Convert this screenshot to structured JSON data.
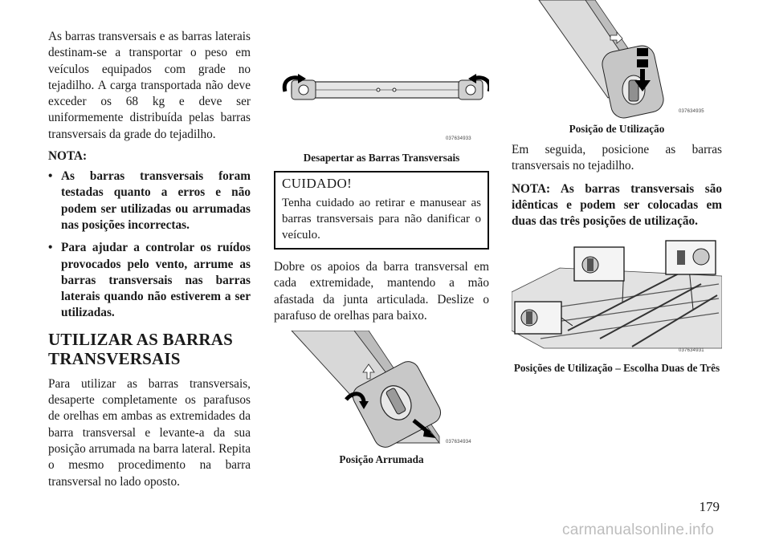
{
  "column1": {
    "intro": "As barras transversais e as barras laterais destinam-se a transportar o peso em veículos equipados com grade no tejadilho. A carga transportada não deve exceder os 68 kg e deve ser uniformemente distribuída pelas barras transversais da grade do tejadilho.",
    "nota_label": "NOTA:",
    "notes": [
      "As barras transversais foram testadas quanto a erros e não podem ser utilizadas ou arrumadas nas posições incorrectas.",
      "Para ajudar a controlar os ruídos provocados pelo vento, arrume as barras transversais nas barras laterais quando não estiverem a ser utilizadas."
    ],
    "heading": "UTILIZAR AS BARRAS TRANSVERSAIS",
    "body": "Para utilizar as barras transversais, desaperte completamente os parafusos de orelhas em ambas as extremidades da barra transversal e levante-a da sua posição arrumada na barra lateral. Repita o mesmo procedimento na barra transversal no lado oposto."
  },
  "column2": {
    "figure1": {
      "code": "037634933",
      "caption": "Desapertar as Barras Transversais"
    },
    "caution": {
      "title": "CUIDADO!",
      "body": "Tenha cuidado ao retirar e manusear as barras transversais para não danificar o veículo."
    },
    "body": "Dobre os apoios da barra transversal em cada extremidade, mantendo a mão afastada da junta articulada. Deslize o parafuso de orelhas para baixo.",
    "figure2": {
      "code": "037634934",
      "caption": "Posição Arrumada"
    }
  },
  "column3": {
    "figure1": {
      "code": "037634935",
      "caption": "Posição de Utilização"
    },
    "body": "Em seguida, posicione as barras transversais no tejadilho.",
    "nota": "NOTA: As barras transversais são idênticas e podem ser colocadas em duas das três posições de utilização.",
    "figure2": {
      "code": "037634931",
      "caption": "Posições de Utilização – Escolha Duas de Três"
    }
  },
  "page_number": "179",
  "watermark": "carmanualsonline.info"
}
